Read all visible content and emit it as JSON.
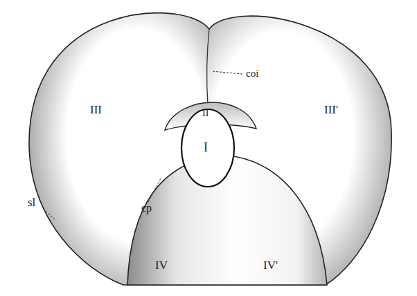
{
  "diagram": {
    "labels": [
      "III",
      "III'",
      "coi",
      "II",
      "I",
      "sl",
      "cp",
      "IV",
      "IV'"
    ]
  }
}
